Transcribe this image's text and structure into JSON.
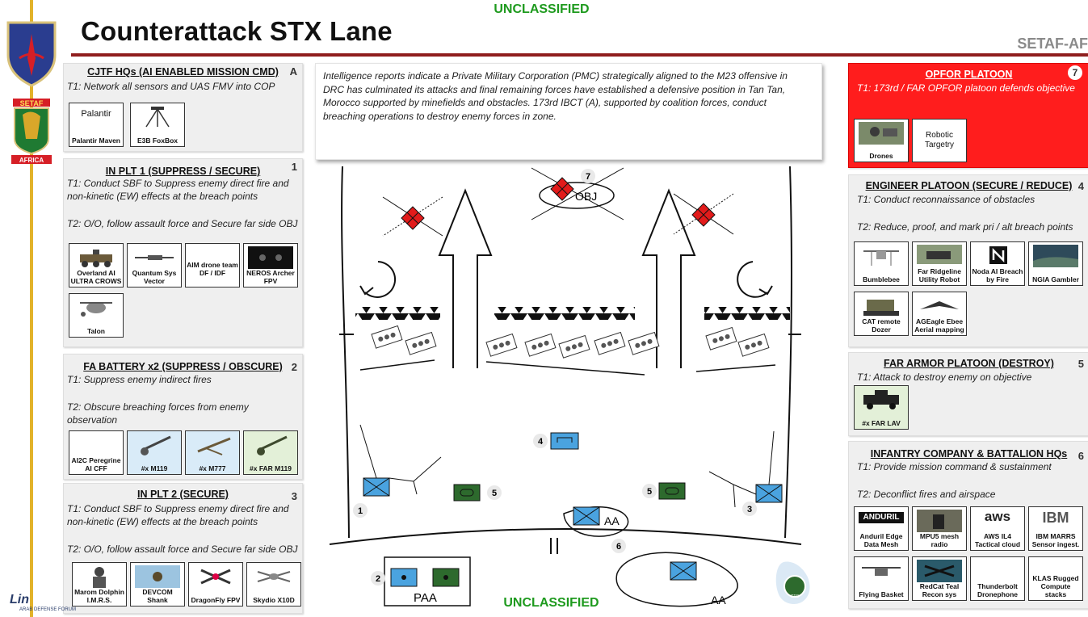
{
  "header": {
    "classification_top": "UNCLASSIFIED",
    "classification_bottom": "UNCLASSIFIED",
    "title": "Counterattack STX Lane",
    "org": "SETAF-AF"
  },
  "insignia": {
    "setaf_text": "SETAF",
    "africa_text": "AFRICA"
  },
  "intel_text": "Intelligence reports indicate a Private Military Corporation (PMC) strategically aligned to the M23 offensive in DRC has culminated its attacks and final remaining forces have established a defensive position in Tan Tan, Morocco supported by minefields and obstacles.  173rd IBCT (A), supported by coalition forces, conduct breaching operations to destroy enemy forces in zone.",
  "left_panels": [
    {
      "title": "CJTF HQs (AI ENABLED MISSION CMD)",
      "num": "A",
      "tasks": [
        "T1: Network all sensors and UAS FMV into COP"
      ],
      "cards": [
        {
          "label": "Palantir Maven",
          "logo": "Palantir"
        },
        {
          "label": "E3B FoxBox"
        }
      ]
    },
    {
      "title": "IN PLT 1 (SUPPRESS / SECURE)",
      "num": "1",
      "tasks": [
        "T1: Conduct SBF to Suppress enemy direct fire and non-kinetic (EW) effects at the breach points",
        "T2: O/O, follow assault force and Secure far side OBJ"
      ],
      "cards": [
        {
          "label": "Overland AI ULTRA CROWS"
        },
        {
          "label": "Quantum Sys Vector"
        },
        {
          "label": "AIM drone team DF / IDF"
        },
        {
          "label": "NEROS Archer FPV"
        },
        {
          "label": "Talon"
        }
      ]
    },
    {
      "title": "FA BATTERY x2 (SUPPRESS / OBSCURE)",
      "num": "2",
      "tasks": [
        "T1: Suppress enemy indirect fires",
        "T2: Obscure breaching forces from enemy observation"
      ],
      "cards": [
        {
          "label": "AI2C Peregrine AI CFF"
        },
        {
          "label": "#x M119"
        },
        {
          "label": "#x M777"
        },
        {
          "label": "#x FAR M119"
        }
      ]
    },
    {
      "title": "IN PLT 2 (SECURE)",
      "num": "3",
      "tasks": [
        "T1: Conduct SBF to Suppress enemy direct fire and non-kinetic (EW) effects at the breach points",
        "T2: O/O, follow assault force and Secure far side OBJ"
      ],
      "cards": [
        {
          "label": "Marom Dolphin I.M.R.S."
        },
        {
          "label": "DEVCOM Shank"
        },
        {
          "label": "DragonFly FPV"
        },
        {
          "label": "Skydio X10D"
        }
      ]
    }
  ],
  "right_panels": [
    {
      "title": "OPFOR PLATOON",
      "num": "7",
      "tasks": [
        "T1: 173rd / FAR OPFOR platoon defends objective"
      ],
      "cards": [
        {
          "label": "Drones"
        },
        {
          "label": "Robotic Targetry"
        }
      ]
    },
    {
      "title": "ENGINEER PLATOON (SECURE / REDUCE)",
      "num": "4",
      "tasks": [
        "T1: Conduct reconnaissance of obstacles",
        "T2: Reduce, proof, and mark pri / alt breach points"
      ],
      "cards": [
        {
          "label": "Bumblebee"
        },
        {
          "label": "Far Ridgeline Utility Robot"
        },
        {
          "label": "Noda AI Breach by Fire"
        },
        {
          "label": "NGIA Gambler"
        },
        {
          "label": "CAT remote Dozer"
        },
        {
          "label": "AGEagle Ebee Aerial mapping"
        }
      ]
    },
    {
      "title": "FAR ARMOR PLATOON (DESTROY)",
      "num": "5",
      "tasks": [
        "T1: Attack to destroy enemy on objective"
      ],
      "cards": [
        {
          "label": "#x FAR LAV"
        }
      ]
    },
    {
      "title": "INFANTRY COMPANY & BATTALION HQs",
      "num": "6",
      "tasks": [
        "T1: Provide mission command & sustainment",
        "T2: Deconflict fires and airspace"
      ],
      "cards": [
        {
          "label": "Anduril Edge Data Mesh",
          "logo": "ANDURIL"
        },
        {
          "label": "MPU5 mesh radio"
        },
        {
          "label": "AWS IL4 Tactical cloud",
          "logo": "aws"
        },
        {
          "label": "IBM MARRS Sensor ingest.",
          "logo": "IBM"
        },
        {
          "label": "Flying Basket"
        },
        {
          "label": "RedCat Teal Recon sys"
        },
        {
          "label": "Thunderbolt Dronephone"
        },
        {
          "label": "KLAS Rugged Compute stacks"
        }
      ]
    }
  ],
  "map": {
    "objective": "OBJ",
    "assembly_area": "AA",
    "paa": "PAA",
    "unit_numbers": [
      "1",
      "2",
      "3",
      "4",
      "5",
      "6",
      "7"
    ],
    "cta_badge": "CTG"
  },
  "colors": {
    "classification": "#1e9a1e",
    "rule": "#8f1d1d",
    "opfor": "#ff1d1d",
    "friendly": "#4aa3df",
    "armor": "#2d6a2d"
  },
  "watermark": {
    "line1": "ARAB DEFENSE FORUM",
    "line2": "Lin"
  }
}
